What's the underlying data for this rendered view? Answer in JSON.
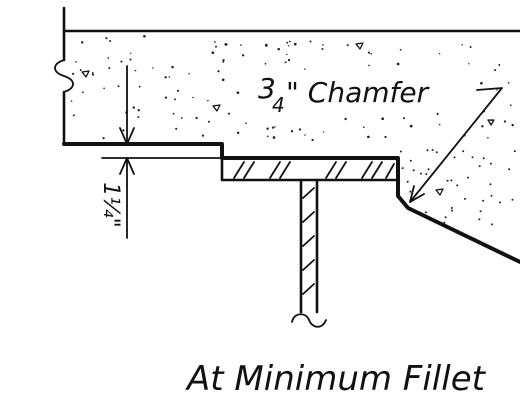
{
  "labels": {
    "chamfer_fraction_numerator": "3",
    "chamfer_fraction_denominator": "4",
    "chamfer_text": "\" Chamfer",
    "dimension": "1¼\"",
    "caption": "At Minimum Fillet"
  }
}
